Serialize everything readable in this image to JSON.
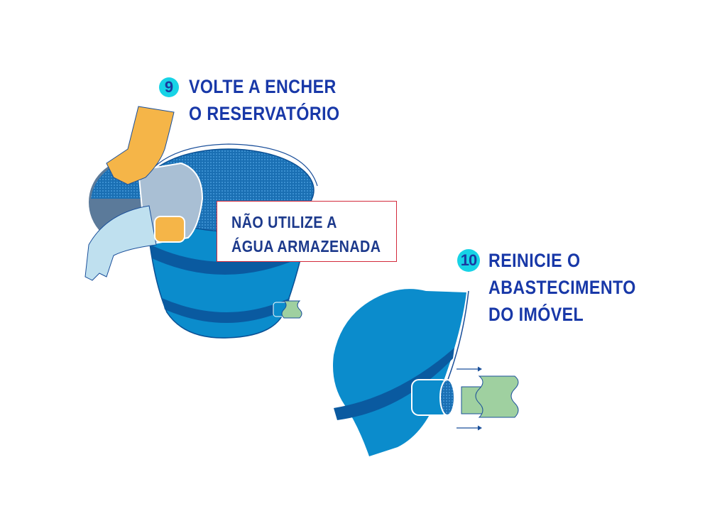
{
  "step9": {
    "number": "9",
    "title_line1": "VOLTE A ENCHER",
    "title_line2": "O RESERVATÓRIO",
    "warning_line1": "NÃO UTILIZE A",
    "warning_line2": "ÁGUA ARMAZENADA"
  },
  "step10": {
    "number": "10",
    "title_line1": "REINICIE O",
    "title_line2": "ABASTECIMENTO",
    "title_line3": "DO IMÓVEL"
  },
  "colors": {
    "title": "#1838a8",
    "badge": "#17d3e6",
    "tank": "#0b8ccc",
    "tank_stripe": "#0a5aa0",
    "warning_border": "#d32a3c",
    "glove": "#f5b548",
    "filter": "#9fd0a0"
  }
}
